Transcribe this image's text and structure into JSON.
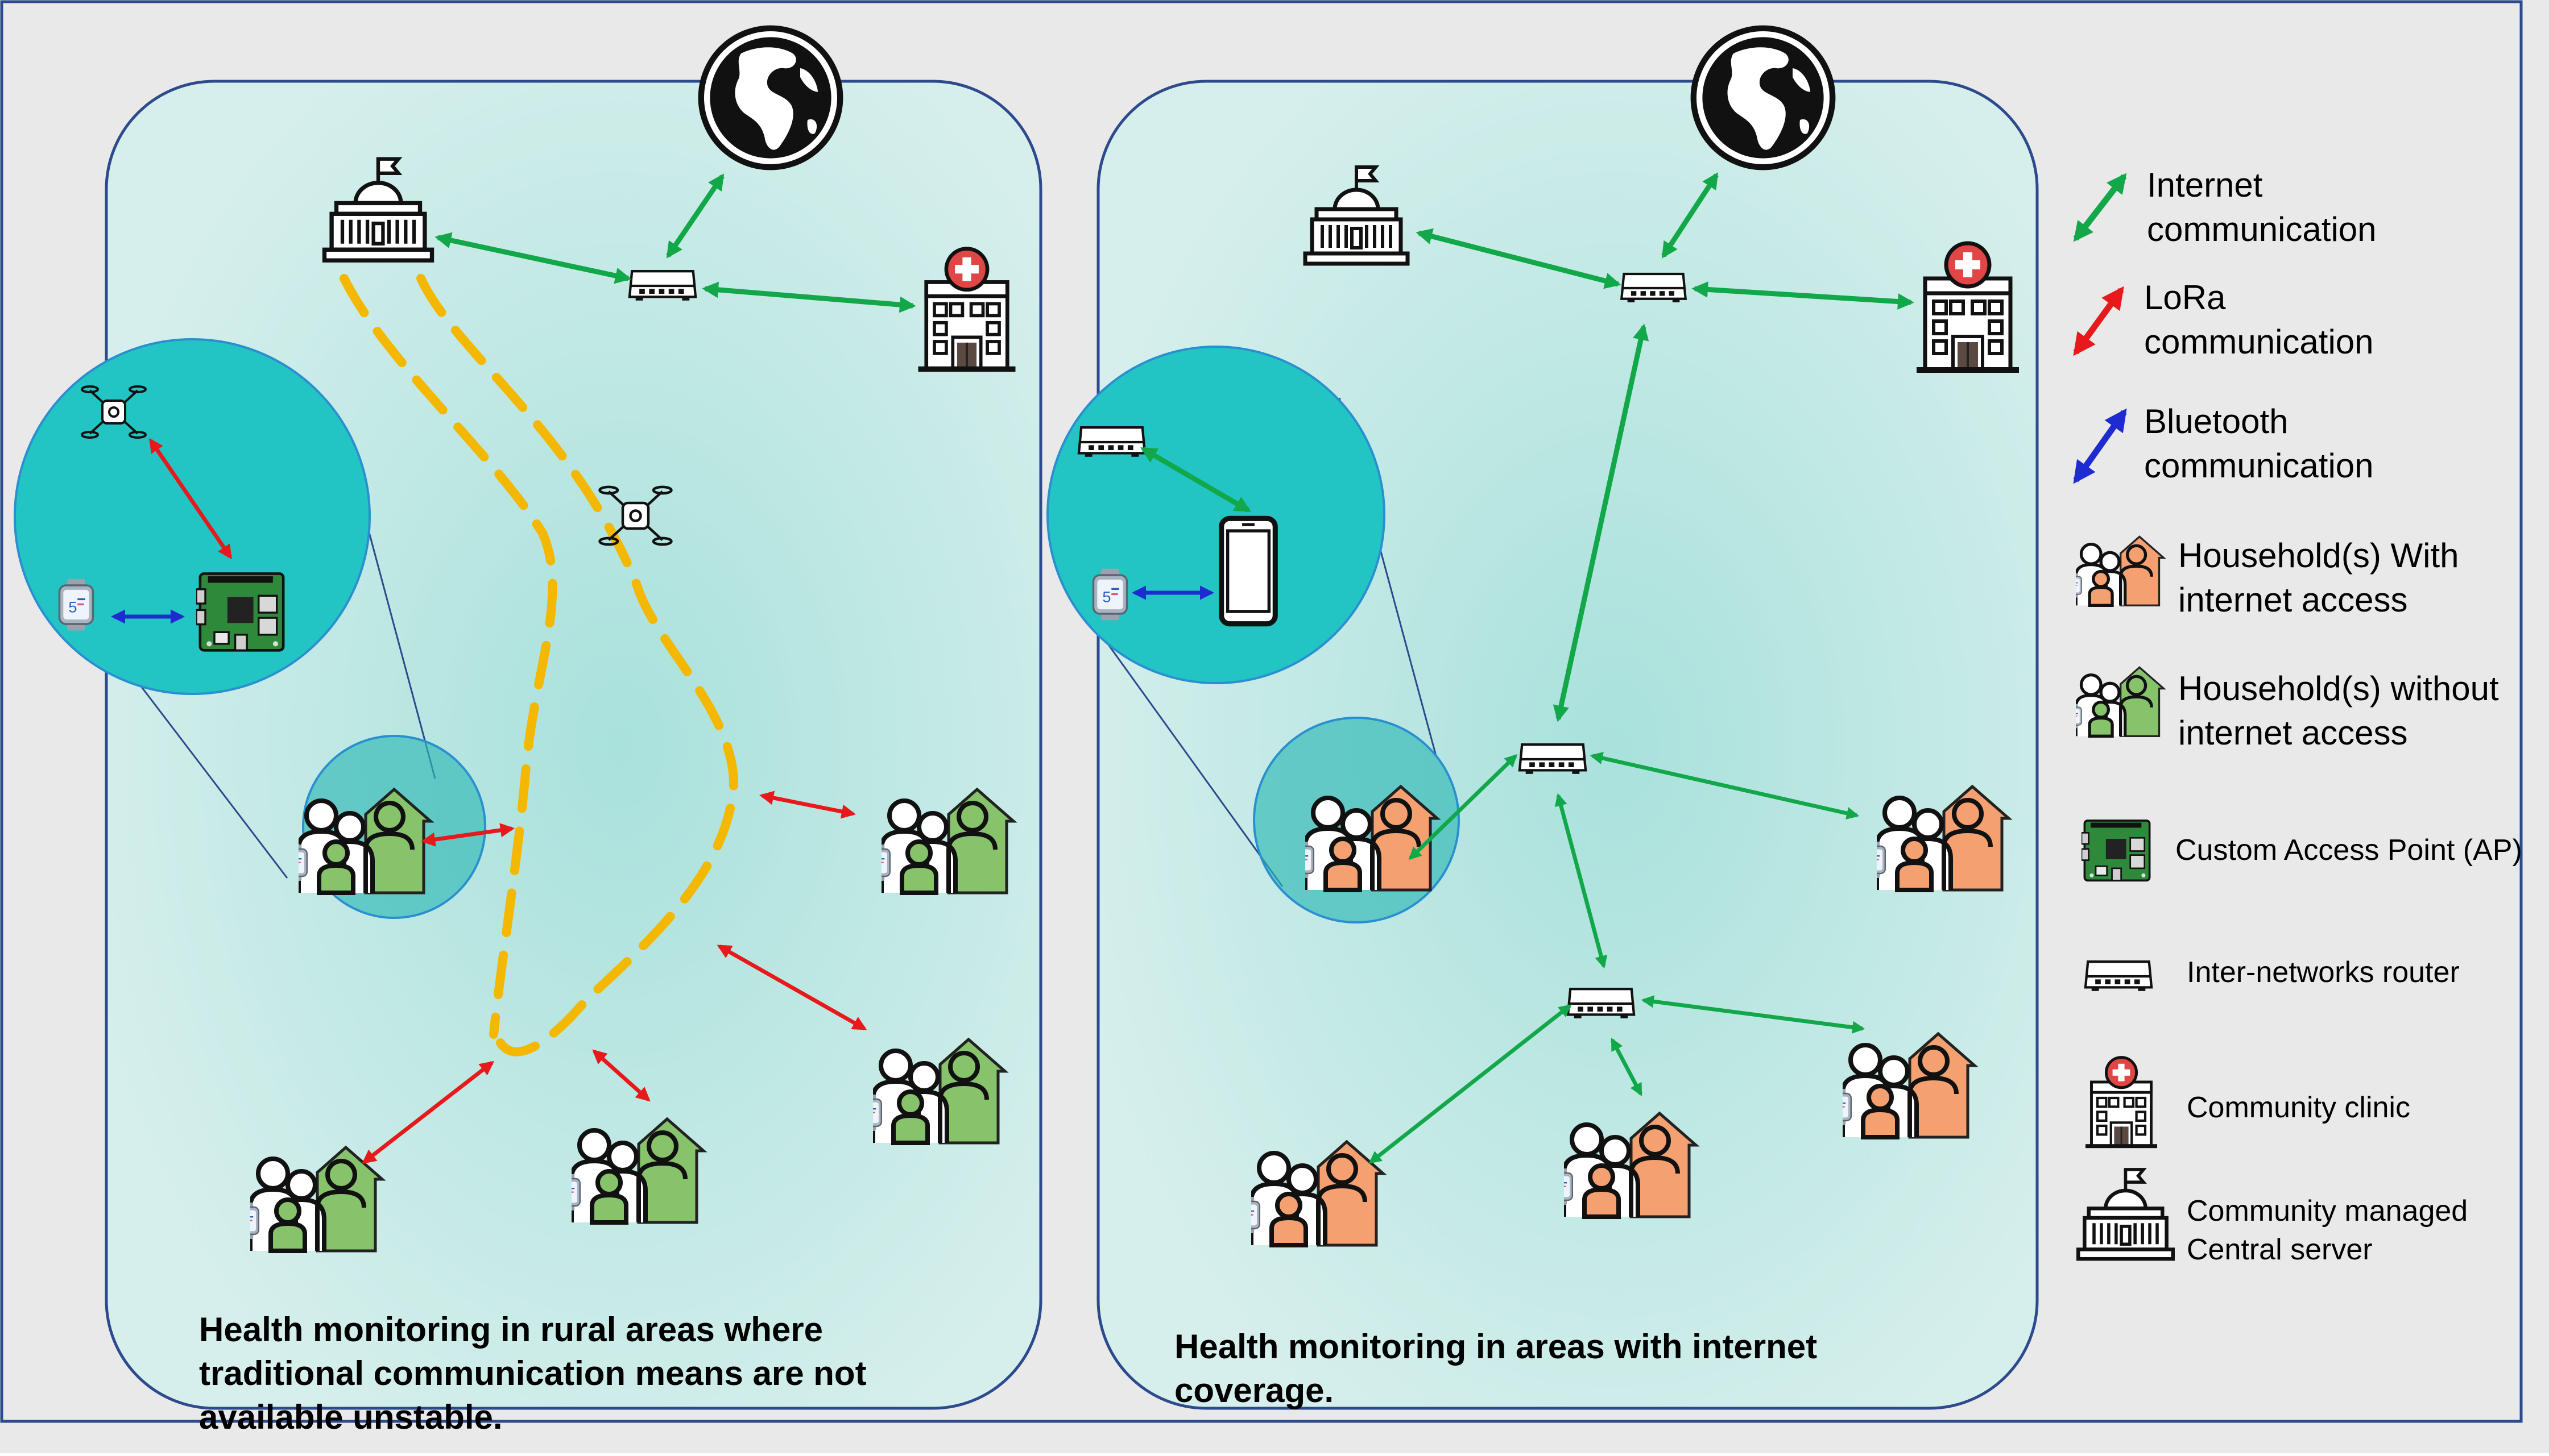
{
  "left_panel": {
    "caption_lines": [
      "Health monitoring in rural areas where",
      "traditional communication means are not",
      "available unstable."
    ]
  },
  "right_panel": {
    "caption_lines": [
      "Health monitoring in areas with internet",
      "coverage."
    ]
  },
  "legend": {
    "items": [
      {
        "icon": "green-double-arrow",
        "lines": [
          "Internet",
          "communication"
        ]
      },
      {
        "icon": "red-double-arrow",
        "lines": [
          "LoRa",
          "communication"
        ]
      },
      {
        "icon": "blue-double-arrow",
        "lines": [
          "Bluetooth",
          "communication"
        ]
      },
      {
        "icon": "household-online-icon",
        "lines": [
          "Household(s) With",
          "internet access"
        ]
      },
      {
        "icon": "household-offline-icon",
        "lines": [
          "Household(s) without",
          "internet access"
        ]
      },
      {
        "icon": "access-point-icon",
        "lines": [
          "Custom Access Point (AP)"
        ]
      },
      {
        "icon": "router-icon",
        "lines": [
          "Inter-networks router"
        ]
      },
      {
        "icon": "clinic-icon",
        "lines": [
          "Community clinic"
        ]
      },
      {
        "icon": "server-icon",
        "lines": [
          "Community managed",
          "Central server"
        ]
      }
    ]
  },
  "colors": {
    "internet": "#12a84a",
    "lora": "#e8191a",
    "bluetooth": "#1d2bd0",
    "path": "#f5b800",
    "house_offline": "#86c36a",
    "house_online": "#f4a070",
    "zoom_circle": "#26c6c8"
  }
}
